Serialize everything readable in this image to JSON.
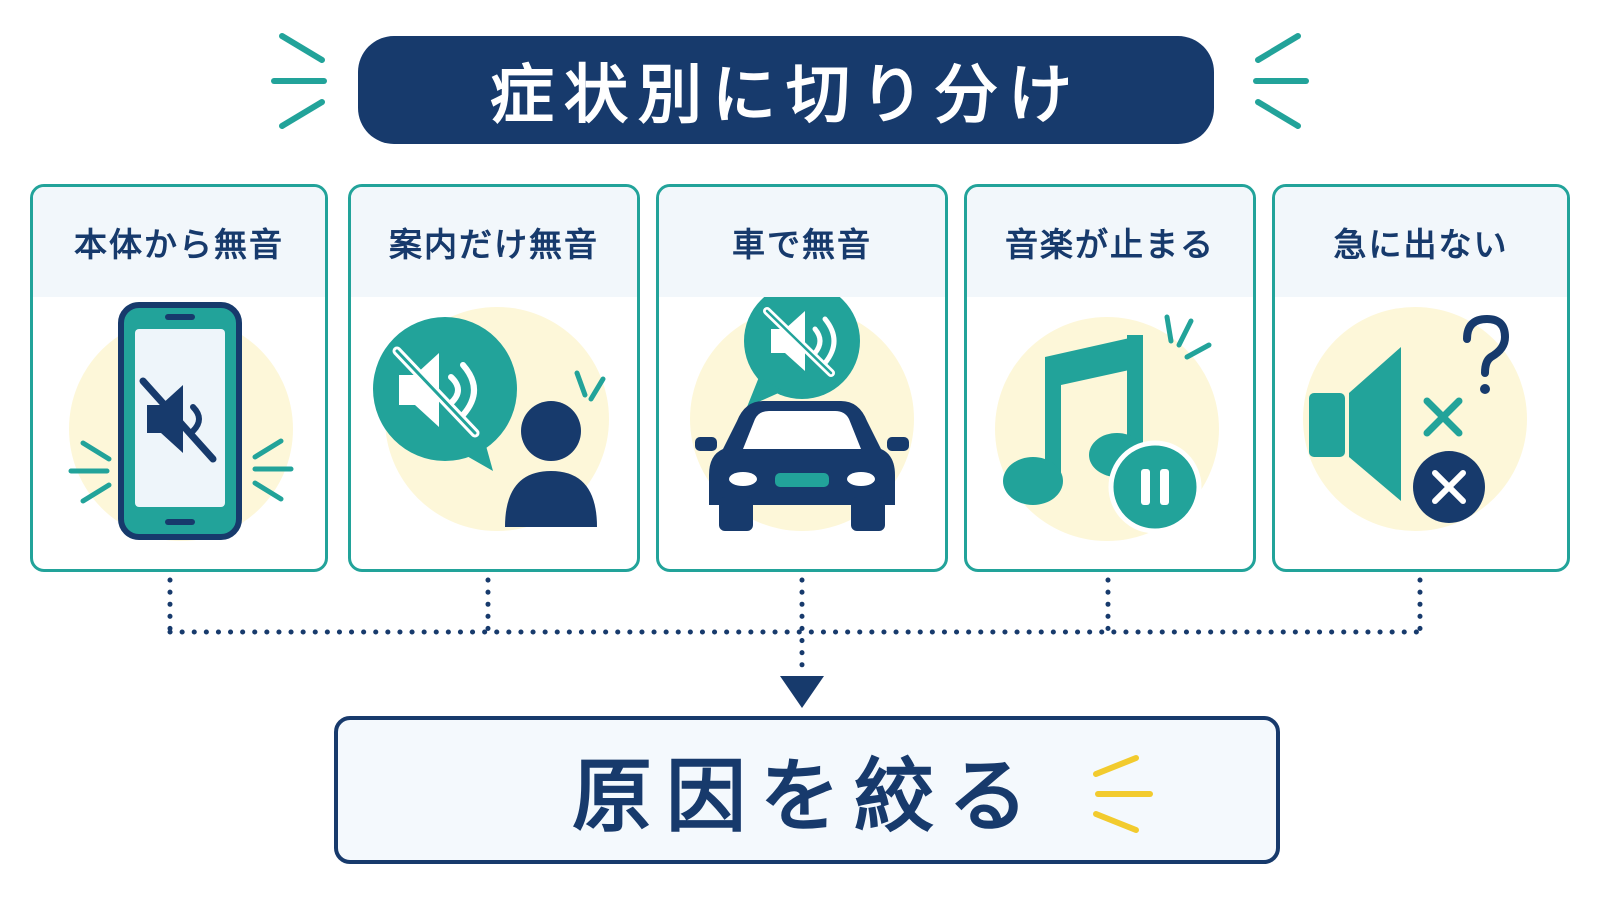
{
  "title": "症状別に切り分け",
  "symptoms": [
    {
      "label": "本体から無音",
      "icon": "muted-smartphone-icon"
    },
    {
      "label": "案内だけ無音",
      "icon": "muted-speech-bubble-person-icon"
    },
    {
      "label": "車で無音",
      "icon": "muted-car-icon"
    },
    {
      "label": "音楽が止まる",
      "icon": "music-note-pause-icon"
    },
    {
      "label": "急に出ない",
      "icon": "speaker-error-question-icon"
    }
  ],
  "result": "原因を絞る",
  "colors": {
    "navy": "#173a6c",
    "teal": "#22a39a",
    "cream": "#fdf7d9",
    "yellow": "#f2cb2e",
    "card_head_bg": "#f2f7fb"
  }
}
